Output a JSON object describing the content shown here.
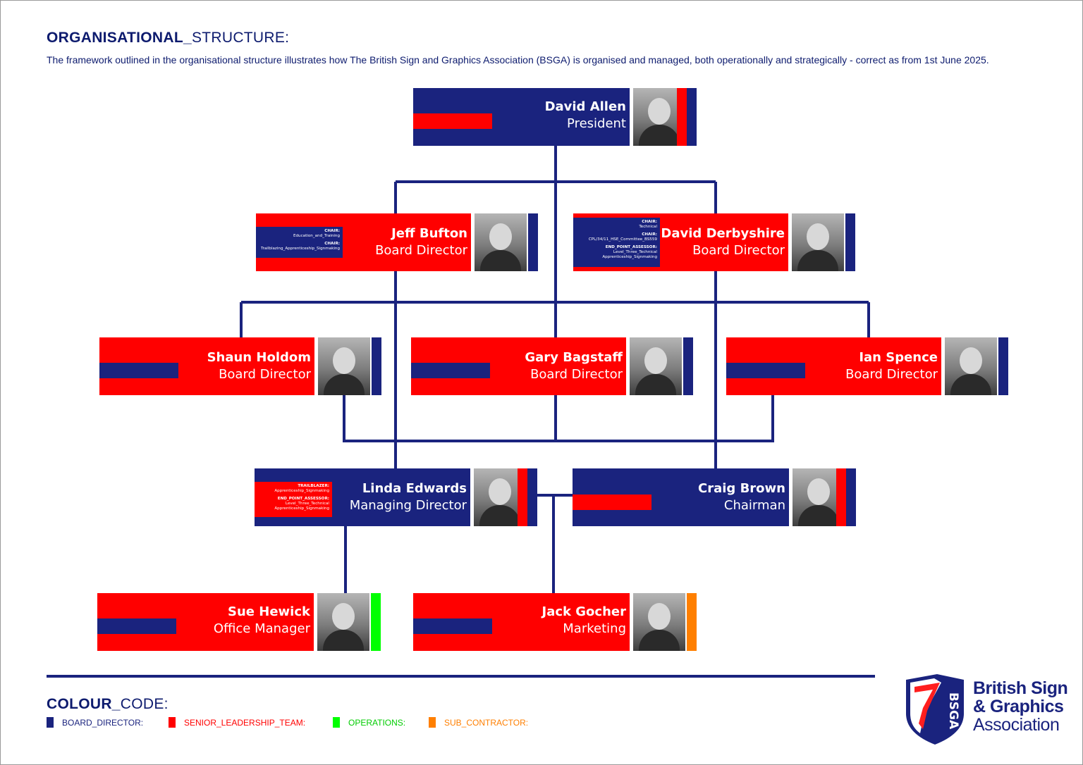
{
  "header": {
    "title_bold": "ORGANISATIONAL_",
    "title_rest": "STRUCTURE:",
    "description": "The framework outlined in the organisational structure illustrates how The British Sign and Graphics Association (BSGA) is organised and managed, both operationally and strategically - correct as from 1st June 2025."
  },
  "colors": {
    "board_director": "#1a237e",
    "senior_leadership_team": "#ff0000",
    "operations": "#00ff00",
    "sub_contractor": "#ff7f00"
  },
  "people": {
    "david_allen": {
      "name": "David Allen",
      "role": "President"
    },
    "jeff_bufton": {
      "name": "Jeff Bufton",
      "role": "Board Director",
      "notes": [
        {
          "label": "CHAIR:",
          "text": "Education_and_Training"
        },
        {
          "label": "CHAIR:",
          "text": "Trailblazing_Apprenticeship_Signmaking"
        }
      ]
    },
    "david_derbyshire": {
      "name": "David Derbyshire",
      "role": "Board Director",
      "notes": [
        {
          "label": "CHAIR:",
          "text": "Technical"
        },
        {
          "label": "CHAIR:",
          "text": "CPL/34/11_HSE_Committee_BS559"
        },
        {
          "label": "END_POINT_ASSESSOR:",
          "text": "Level_Three_Technical",
          "text2": "Apprenticeship_Signmaking"
        }
      ]
    },
    "shaun_holdom": {
      "name": "Shaun Holdom",
      "role": "Board Director"
    },
    "gary_bagstaff": {
      "name": "Gary Bagstaff",
      "role": "Board Director"
    },
    "ian_spence": {
      "name": "Ian Spence",
      "role": "Board Director"
    },
    "linda_edwards": {
      "name": "Linda Edwards",
      "role": "Managing Director",
      "notes": [
        {
          "label": "TRAILBLAZER:",
          "text": "Apprenticeship_Signmaking"
        },
        {
          "label": "END_POINT_ASSESSOR:",
          "text": "Level_Three_Technical",
          "text2": "Apprenticeship_Signmaking"
        }
      ]
    },
    "craig_brown": {
      "name": "Craig Brown",
      "role": "Chairman"
    },
    "sue_hewick": {
      "name": "Sue Hewick",
      "role": "Office Manager"
    },
    "jack_gocher": {
      "name": "Jack Gocher",
      "role": "Marketing"
    }
  },
  "colour_code": {
    "title_bold": "COLOUR_",
    "title_rest": "CODE:",
    "items": [
      {
        "label": "BOARD_DIRECTOR:",
        "color": "#1a237e"
      },
      {
        "label": "SENIOR_LEADERSHIP_TEAM:",
        "color": "#ff0000"
      },
      {
        "label": "OPERATIONS:",
        "color": "#00ff00"
      },
      {
        "label": "SUB_CONTRACTOR:",
        "color": "#ff7f00"
      }
    ]
  },
  "logo": {
    "line1": "British Sign",
    "line2": "& Graphics",
    "line3": "Association",
    "shield_text": "BSGA"
  }
}
